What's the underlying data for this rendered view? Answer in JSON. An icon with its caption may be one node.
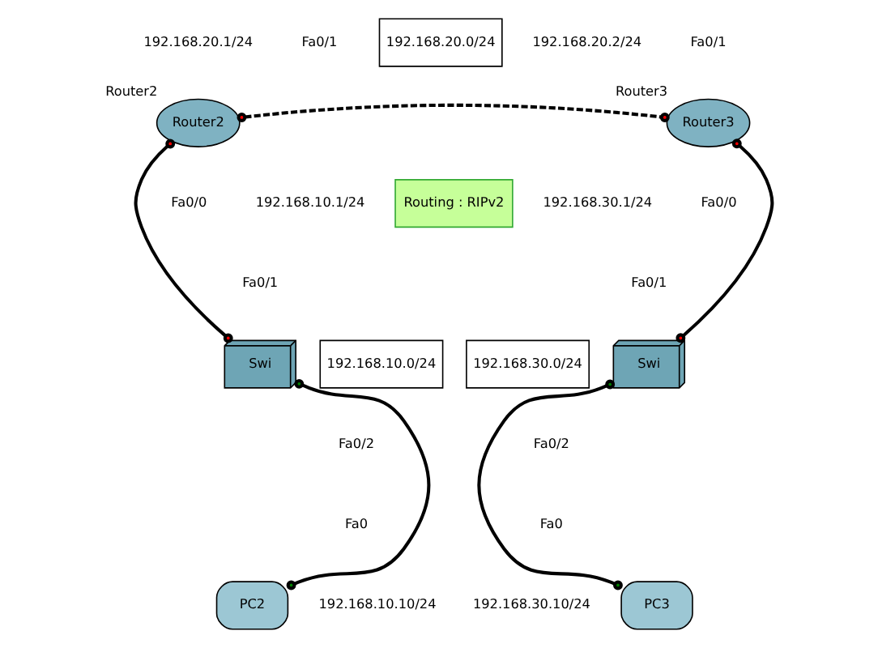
{
  "diagram": {
    "nodes": [
      {
        "text": [
          "Router2"
        ],
        "beside": [
          "Router2"
        ]
      },
      {
        "text": [
          "Router3"
        ],
        "beside": [
          "Router3"
        ]
      },
      {
        "text": [
          "Swi"
        ]
      },
      {
        "text": [
          "Swi"
        ]
      },
      {
        "text": [
          "PC2"
        ]
      },
      {
        "text": [
          "PC3"
        ]
      },
      {
        "text": [
          "192.168.20.0/24"
        ]
      },
      {
        "text": [
          "Routing : RIPv2"
        ]
      },
      {
        "text": [
          "192.168.10.0/24"
        ]
      },
      {
        "text": [
          "192.168.30.0/24"
        ]
      }
    ],
    "edges": [
      {
        "from": 0,
        "to": 1,
        "arrow": "other",
        "style": "dashed"
      },
      {
        "from": 0,
        "to": 2,
        "arrow": "other"
      },
      {
        "from": 1,
        "to": 3,
        "arrow": "other"
      },
      {
        "from": 2,
        "to": 4,
        "arrow": "other"
      },
      {
        "from": 3,
        "to": 5,
        "arrow": "other"
      }
    ],
    "labels": [
      "192.168.20.1/24",
      "Fa0/1",
      "192.168.20.2/24",
      "Fa0/1",
      "Fa0/0",
      "192.168.10.1/24",
      "192.168.30.1/24",
      "Fa0/0",
      "Fa0/1",
      "Fa0/1",
      "Fa0/2",
      "Fa0/2",
      "Fa0",
      "Fa0",
      "192.168.10.10/24",
      "192.168.30.10/24"
    ]
  }
}
